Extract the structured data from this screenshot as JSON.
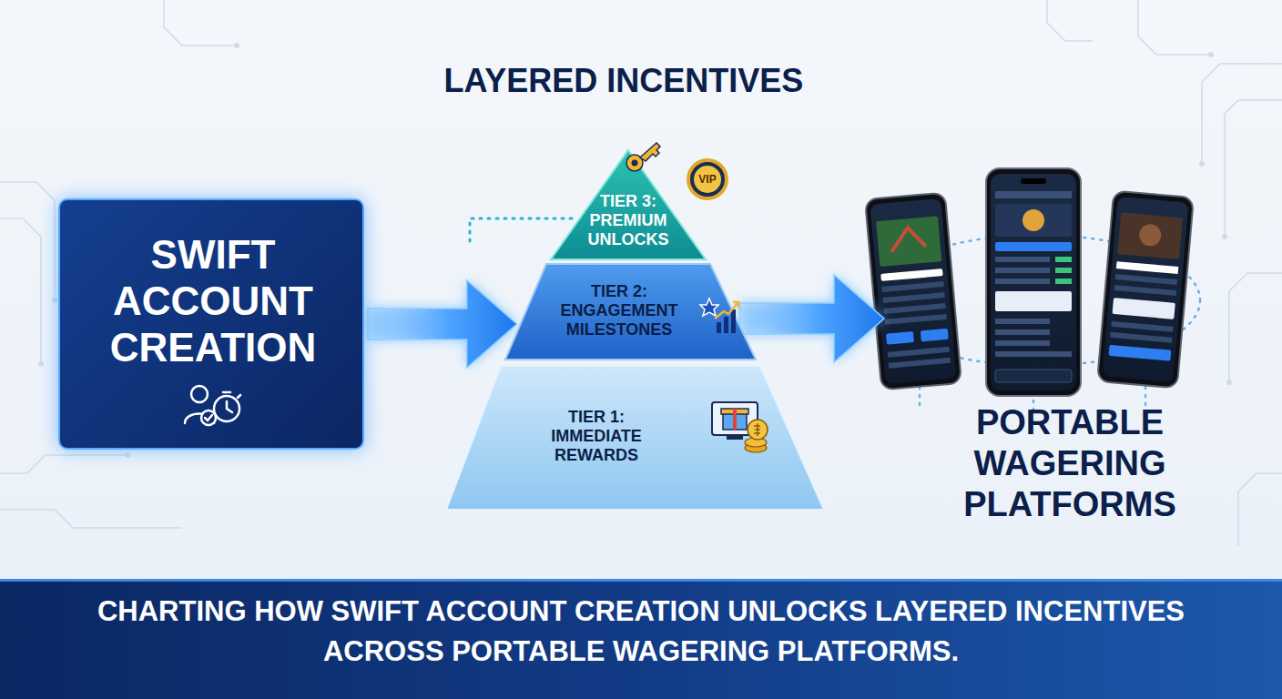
{
  "diagram": {
    "caption": "CHARTING HOW SWIFT ACCOUNT CREATION UNLOCKS LAYERED INCENTIVES ACROSS PORTABLE WAGERING PLATFORMS.",
    "nodes": [
      {
        "text": [
          "SWIFT ACCOUNT CREATION"
        ]
      },
      {
        "text": [
          "LAYERED INCENTIVES"
        ]
      },
      {
        "text": [
          "TIER 3: PREMIUM UNLOCKS"
        ],
        "in": 1
      },
      {
        "text": [
          "TIER 2: ENGAGEMENT MILESTONES"
        ],
        "in": 1
      },
      {
        "text": [
          "TIER 1: IMMEDIATE REWARDS"
        ],
        "in": 1
      },
      {
        "text": [
          "PORTABLE WAGERING PLATFORMS"
        ]
      }
    ],
    "edges": [
      {
        "from": 0,
        "to": 1,
        "arrow": "to"
      },
      {
        "from": 1,
        "to": 5,
        "arrow": "to"
      }
    ],
    "labels": [
      "VIP"
    ]
  }
}
